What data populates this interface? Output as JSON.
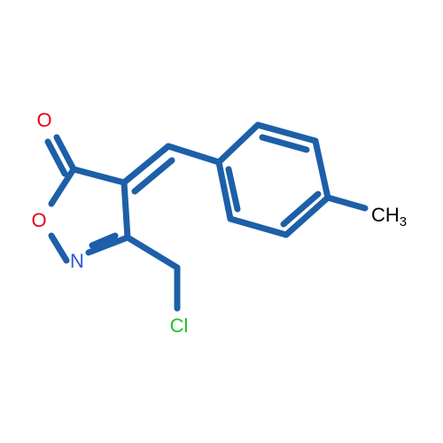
{
  "molecule": {
    "atoms": {
      "carbonyl_oxygen": {
        "label": "O",
        "color": "#e8001c"
      },
      "ring_oxygen": {
        "label": "O",
        "color": "#e8001c"
      },
      "ring_nitrogen": {
        "label": "N",
        "color": "#2d57e0"
      },
      "chlorine": {
        "label": "Cl",
        "color": "#21c22a"
      },
      "methyl": {
        "label": "CH",
        "subscript": "3",
        "color": "#000000"
      }
    },
    "bond_color": "#1d5fa8"
  }
}
